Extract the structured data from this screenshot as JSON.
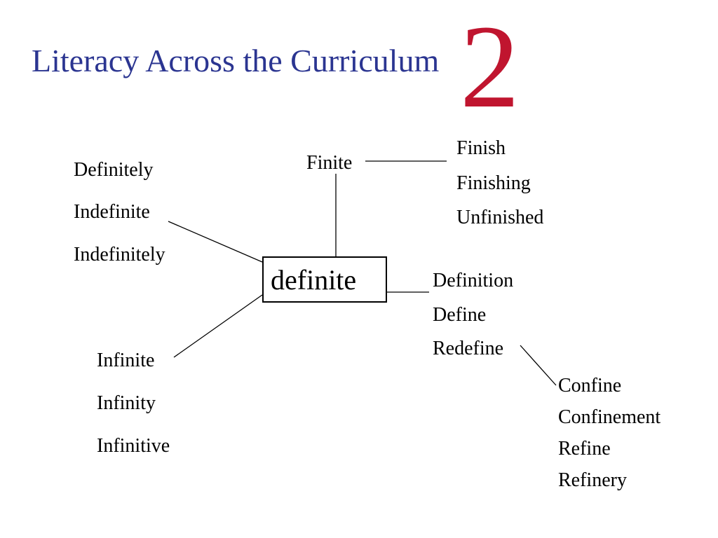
{
  "title": {
    "text": "Literacy Across the Curriculum",
    "color": "#2b3591"
  },
  "slide_number": {
    "text": "2",
    "color": "#c0152f"
  },
  "center_word": "definite",
  "groups": {
    "left_top": [
      "Definitely",
      "Indefinite",
      "Indefinitely"
    ],
    "left_bottom": [
      "Infinite",
      "Infinity",
      "Infinitive"
    ],
    "top": "Finite",
    "top_right": [
      "Finish",
      "Finishing",
      "Unfinished"
    ],
    "right": [
      "Definition",
      "Define",
      "Redefine"
    ],
    "bottom_right": [
      "Confine",
      "Confinement",
      "Refine",
      "Refinery"
    ]
  }
}
